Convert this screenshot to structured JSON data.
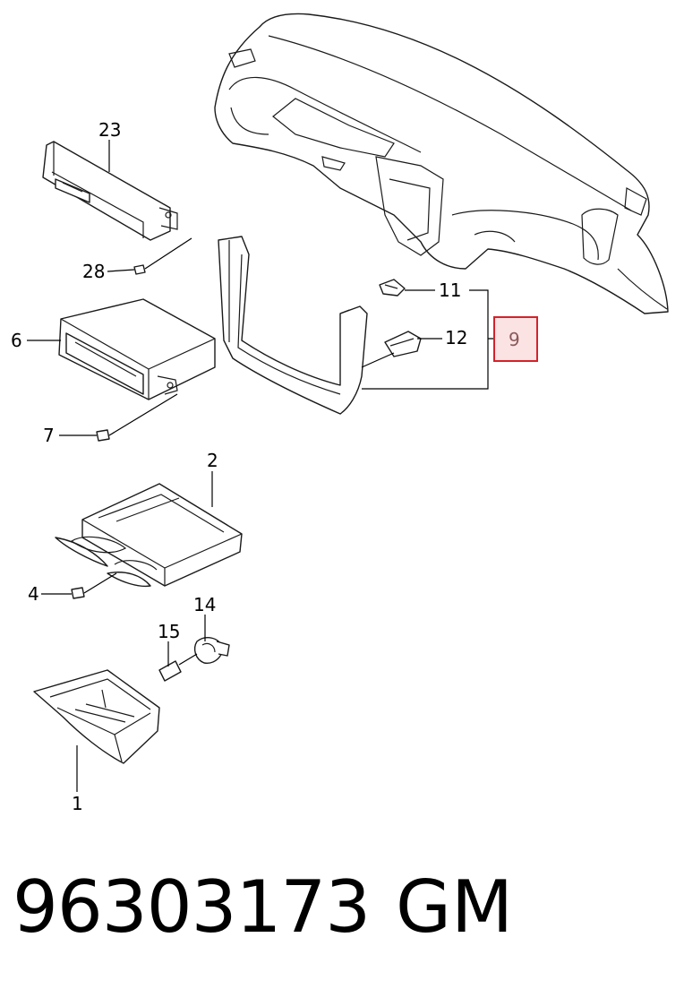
{
  "callouts": {
    "c23": "23",
    "c28": "28",
    "c6": "6",
    "c7": "7",
    "c11": "11",
    "c12": "12",
    "c9": "9",
    "c2": "2",
    "c4": "4",
    "c14": "14",
    "c15": "15",
    "c1": "1"
  },
  "highlight": {
    "label": "9",
    "color": "#d4222a"
  },
  "footer": {
    "part_number": "96303173",
    "brand": "GM"
  }
}
